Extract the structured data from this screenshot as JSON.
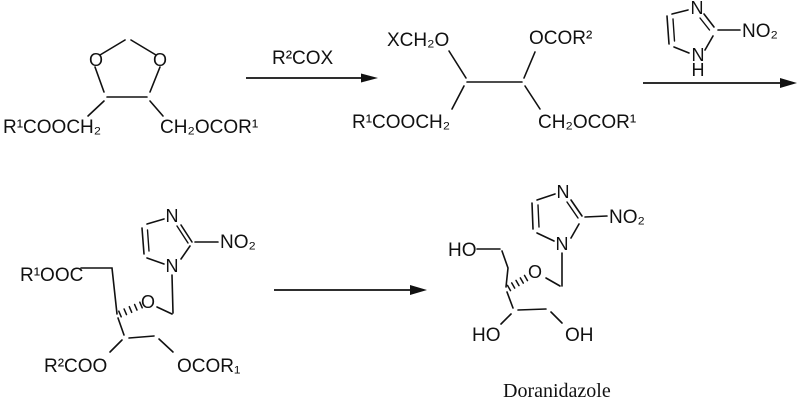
{
  "scheme": {
    "ink_color": "#111111",
    "background_color": "#ffffff",
    "compound1": {
      "ring_o_left": "O",
      "ring_o_right": "O",
      "left_group": "R¹COOCH₂",
      "right_group": "CH₂OCOR¹"
    },
    "step1": {
      "reagent": "R²COX"
    },
    "compound2": {
      "top_left_group": "XCH₂O",
      "top_right_group": "OCOR²",
      "bottom_left_group": "R¹COOCH₂",
      "bottom_right_group": "CH₂OCOR¹"
    },
    "step2_reagent": {
      "ring_n_top": "N",
      "ring_n_bottom": "N",
      "nh_hydrogen": "H",
      "nitro_group": "NO₂"
    },
    "compound3": {
      "ester_left": "R¹OOC",
      "ring_n_top": "N",
      "ring_n_bottom": "N",
      "nitro_group": "NO₂",
      "ether_o": "O",
      "bottom_left_group": "R²COO",
      "bottom_right_group": "OCOR₁"
    },
    "compound4": {
      "ho_top": "HO",
      "ether_o": "O",
      "ring_n_top": "N",
      "ring_n_bottom": "N",
      "nitro_group": "NO₂",
      "ho_bottom": "HO",
      "oh_bottom": "OH",
      "caption": "Doranidazole"
    }
  }
}
